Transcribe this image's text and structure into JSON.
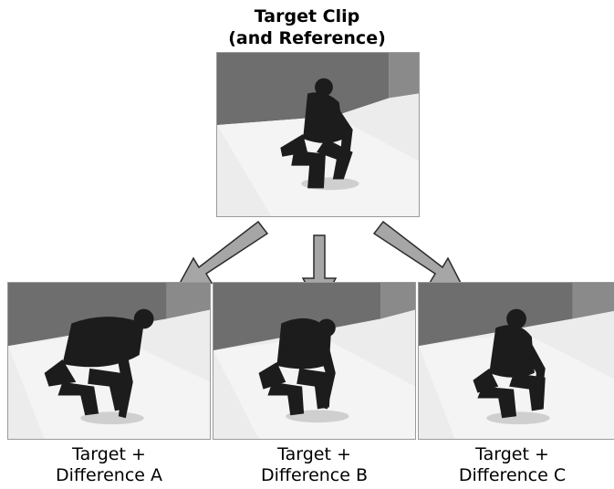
{
  "title": {
    "line1": "Target Clip",
    "line2": "(and Reference)"
  },
  "frames": {
    "target": {
      "subject": "crouching-character"
    },
    "a": {
      "subject": "crouching-character"
    },
    "b": {
      "subject": "crouching-character"
    },
    "c": {
      "subject": "crouching-character"
    }
  },
  "captions": [
    {
      "line1": "Target +",
      "line2": "Difference A"
    },
    {
      "line1": "Target +",
      "line2": "Difference B"
    },
    {
      "line1": "Target +",
      "line2": "Difference C"
    }
  ],
  "colors": {
    "arrow_fill": "#a6a6a6",
    "arrow_stroke": "#2b2b2b",
    "floor": "#e8e8e8",
    "wall": "#6e6e6e",
    "figure": "#1c1c1c"
  }
}
